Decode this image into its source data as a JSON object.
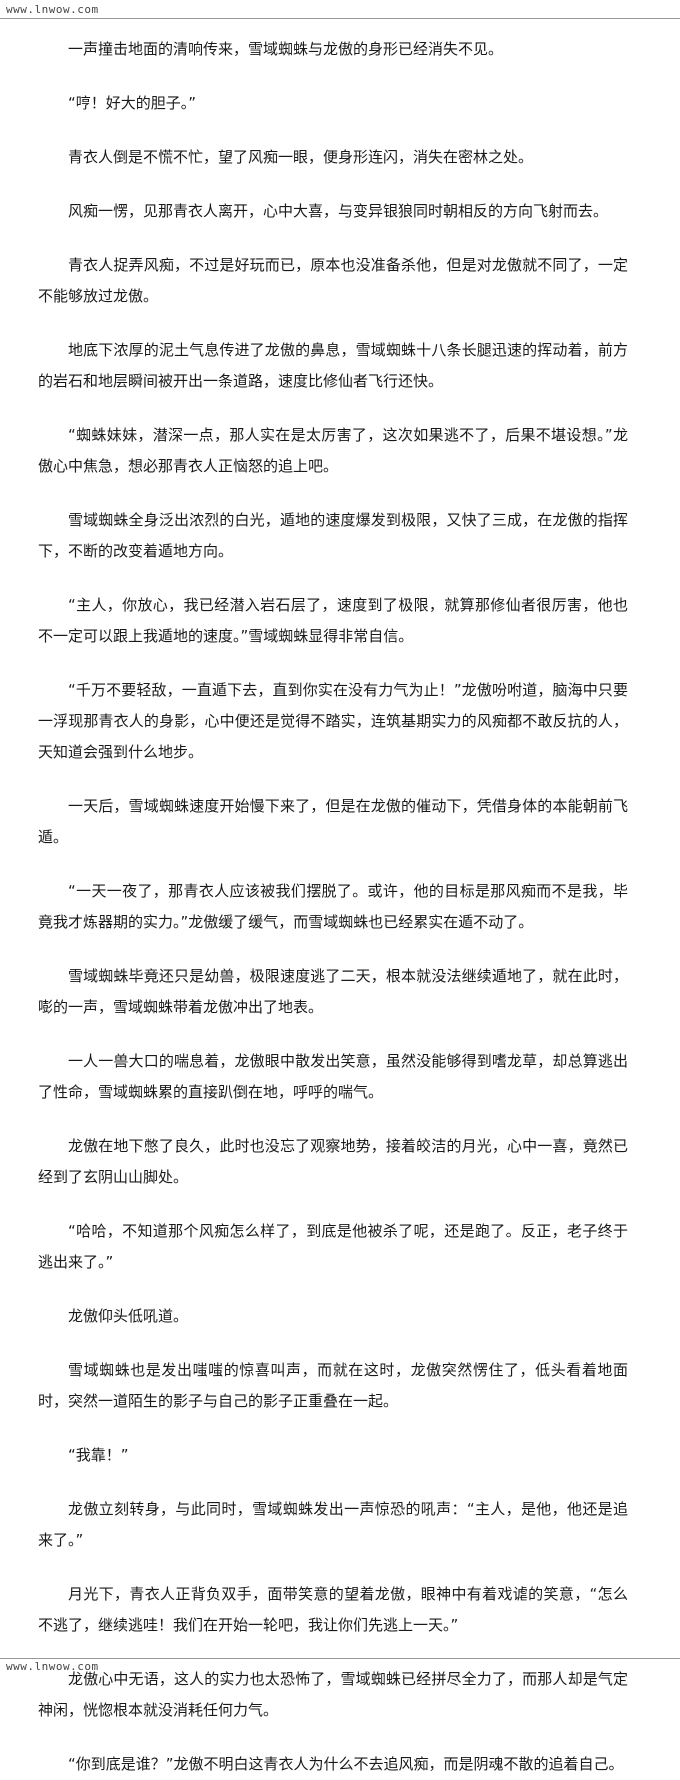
{
  "watermark": {
    "top": "www.lnwow.com",
    "bottom": "www.lnwow.com"
  },
  "paragraphs": [
    "一声撞击地面的清响传来，雪域蜘蛛与龙傲的身形已经消失不见。",
    "“哼！好大的胆子。”",
    "青衣人倒是不慌不忙，望了风痴一眼，便身形连闪，消失在密林之处。",
    "风痴一愣，见那青衣人离开，心中大喜，与变异银狼同时朝相反的方向飞射而去。",
    "青衣人捉弄风痴，不过是好玩而已，原本也没准备杀他，但是对龙傲就不同了，一定不能够放过龙傲。",
    "地底下浓厚的泥土气息传进了龙傲的鼻息，雪域蜘蛛十八条长腿迅速的挥动着，前方的岩石和地层瞬间被开出一条道路，速度比修仙者飞行还快。",
    "“蜘蛛妹妹，潜深一点，那人实在是太厉害了，这次如果逃不了，后果不堪设想。”龙傲心中焦急，想必那青衣人正恼怒的追上吧。",
    "雪域蜘蛛全身泛出浓烈的白光，遁地的速度爆发到极限，又快了三成，在龙傲的指挥下，不断的改变着遁地方向。",
    "“主人，你放心，我已经潜入岩石层了，速度到了极限，就算那修仙者很厉害，他也不一定可以跟上我遁地的速度。”雪域蜘蛛显得非常自信。",
    "“千万不要轻敌，一直遁下去，直到你实在没有力气为止！”龙傲吩咐道，脑海中只要一浮现那青衣人的身影，心中便还是觉得不踏实，连筑基期实力的风痴都不敢反抗的人，天知道会强到什么地步。",
    "一天后，雪域蜘蛛速度开始慢下来了，但是在龙傲的催动下，凭借身体的本能朝前飞遁。",
    "“一天一夜了，那青衣人应该被我们摆脱了。或许，他的目标是那风痴而不是我，毕竟我才炼器期的实力。”龙傲缓了缓气，而雪域蜘蛛也已经累实在遁不动了。",
    "雪域蜘蛛毕竟还只是幼兽，极限速度逃了二天，根本就没法继续遁地了，就在此时，嘭的一声，雪域蜘蛛带着龙傲冲出了地表。",
    "一人一兽大口的喘息着，龙傲眼中散发出笑意，虽然没能够得到嗜龙草，却总算逃出了性命，雪域蜘蛛累的直接趴倒在地，呼呼的喘气。",
    "龙傲在地下憋了良久，此时也没忘了观察地势，接着皎洁的月光，心中一喜，竟然已经到了玄阴山山脚处。",
    "“哈哈，不知道那个风痴怎么样了，到底是他被杀了呢，还是跑了。反正，老子终于逃出来了。”",
    "龙傲仰头低吼道。",
    "雪域蜘蛛也是发出嗤嗤的惊喜叫声，而就在这时，龙傲突然愣住了，低头看着地面时，突然一道陌生的影子与自己的影子正重叠在一起。",
    "“我靠！”",
    "龙傲立刻转身，与此同时，雪域蜘蛛发出一声惊恐的吼声：“主人，是他，他还是追来了。”",
    "月光下，青衣人正背负双手，面带笑意的望着龙傲，眼神中有着戏谑的笑意，“怎么不逃了，继续逃哇！我们在开始一轮吧，我让你们先逃上一天。”",
    "龙傲心中无语，这人的实力也太恐怖了，雪域蜘蛛已经拼尽全力了，而那人却是气定神闲，恍惚根本就没消耗任何力气。",
    "“你到底是谁？”龙傲不明白这青衣人为什么不去追风痴，而是阴魂不散的追着自己。"
  ]
}
